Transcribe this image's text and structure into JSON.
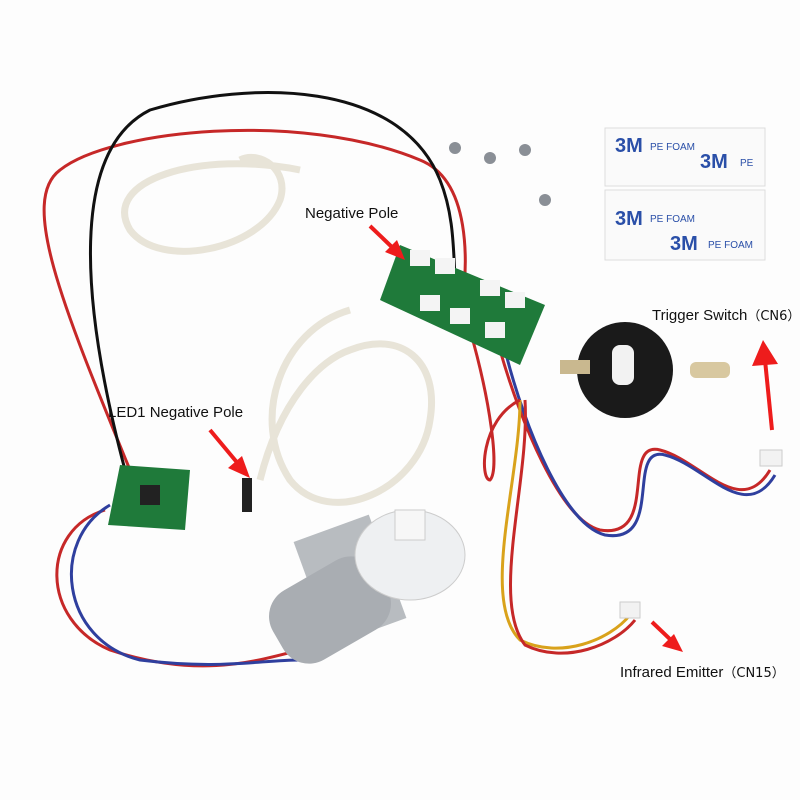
{
  "labels": {
    "negative_pole": "Negative Pole",
    "trigger_switch": "Trigger Switch",
    "trigger_switch_code": "（CN6）",
    "led1_negative_pole": "LED1 Negative Pole",
    "infrared_emitter": "Infrared Emitter",
    "infrared_emitter_code": "（CN15）"
  },
  "foam_tape_print": [
    "3M",
    "PE FOAM"
  ],
  "colors": {
    "arrow": "#ee1c1c",
    "pcb": "#1f7a3a",
    "red_wire": "#c62828",
    "blue_wire": "#2f3f9e",
    "yellow_wire": "#d9a21b"
  }
}
